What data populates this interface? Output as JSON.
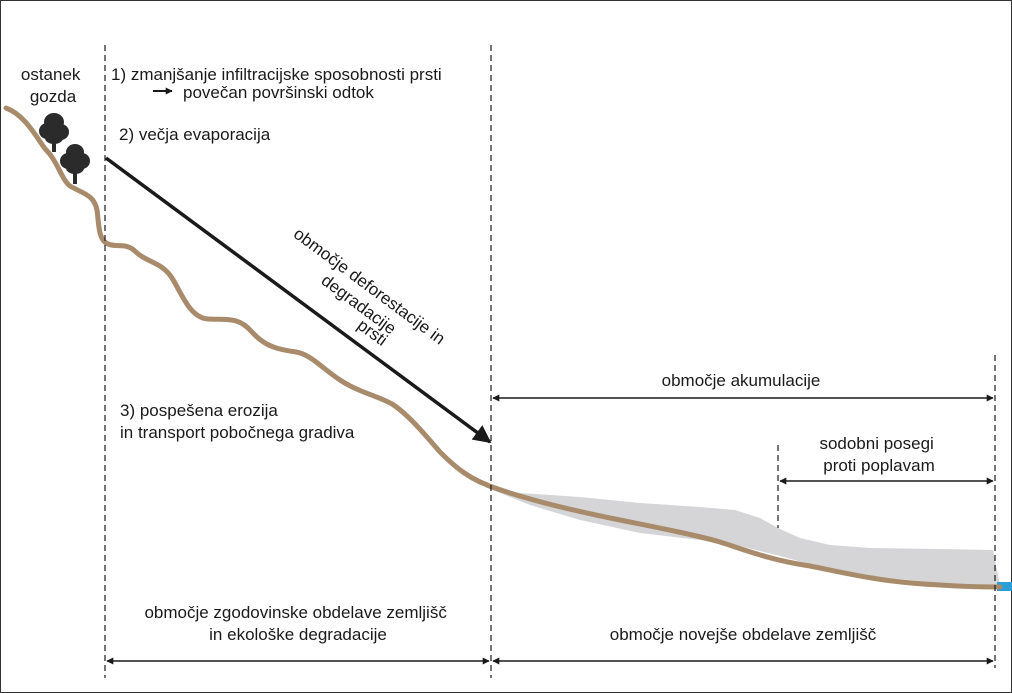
{
  "labels": {
    "forest_remnant": [
      "ostanek",
      "gozda"
    ],
    "point1": [
      "1) zmanjšanje infiltracijske sposobnosti prsti",
      "povečan površinski odtok"
    ],
    "point2": "2) večja evaporacija",
    "deforestation_zone": [
      "območje deforestacije in",
      "degradacije prsti"
    ],
    "point3": [
      "3) pospešena erozija",
      "in transport pobočnega gradiva"
    ],
    "accumulation_zone": "območje akumulacije",
    "flood_measures": [
      "sodobni posegi",
      "proti poplavam"
    ],
    "historic_cultivation": [
      "območje zgodovinske obdelave zemljišč",
      "in ekološke degradacije"
    ],
    "recent_cultivation": "območje novejše obdelave zemljišč"
  },
  "colors": {
    "slope": "#a88b6a",
    "sediment": "#d5d5d7",
    "water": "#2a9fd8",
    "lines": "#1a1a1a",
    "trees": "#2b2b2b"
  }
}
